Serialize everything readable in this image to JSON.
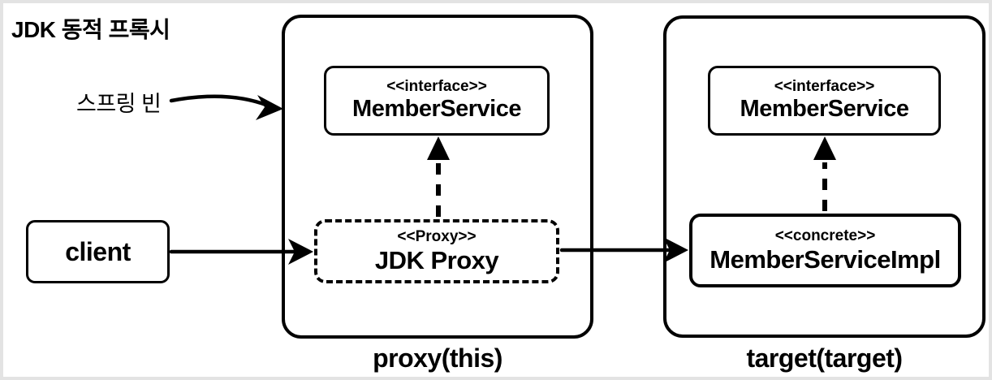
{
  "title": "JDK 동적 프록시",
  "labels": {
    "spring_bean": "스프링 빈",
    "proxy_caption": "proxy(this)",
    "target_caption": "target(target)"
  },
  "nodes": {
    "client": {
      "name": "client"
    },
    "proxy_interface": {
      "stereotype": "<<interface>>",
      "name": "MemberService"
    },
    "jdk_proxy": {
      "stereotype": "<<Proxy>>",
      "name": "JDK Proxy"
    },
    "target_interface": {
      "stereotype": "<<interface>>",
      "name": "MemberService"
    },
    "target_impl": {
      "stereotype": "<<concrete>>",
      "name": "MemberServiceImpl"
    }
  },
  "edges": [
    {
      "from": "스프링 빈",
      "to": "proxy container",
      "style": "hand-drawn solid arrow"
    },
    {
      "from": "client",
      "to": "JDK Proxy",
      "style": "hand-drawn solid arrow"
    },
    {
      "from": "JDK Proxy",
      "to": "MemberServiceImpl",
      "style": "hand-drawn solid arrow"
    },
    {
      "from": "JDK Proxy",
      "to": "MemberService",
      "style": "dashed realization arrow (filled triangle)"
    },
    {
      "from": "MemberServiceImpl",
      "to": "MemberService",
      "style": "dashed realization arrow (filled triangle)"
    }
  ],
  "colors": {
    "line": "#000000",
    "background": "#ffffff",
    "frame_border": "#e3e3e3"
  }
}
